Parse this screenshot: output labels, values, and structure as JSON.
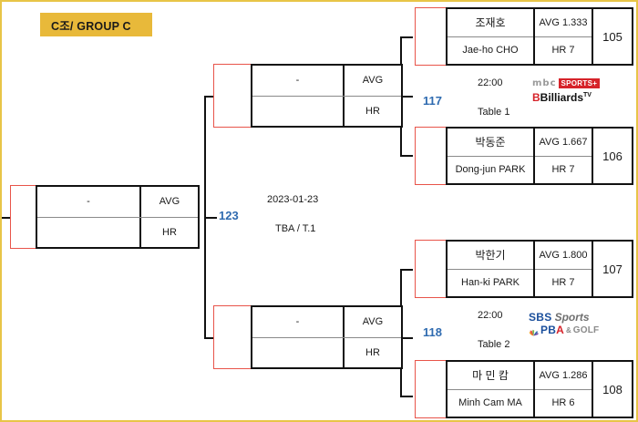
{
  "header": {
    "group_label": "C조/ GROUP C",
    "badge_color": "#e8b93a",
    "border_color": "#e8c547"
  },
  "accent": {
    "match_number_color": "#2f6bb0",
    "empty_cell_border": "#e8544a",
    "line_color": "#111111"
  },
  "labels": {
    "avg": "AVG",
    "hr": "HR",
    "empty_name": "-"
  },
  "rounds": {
    "final": {
      "match_number": "123",
      "date": "2023-01-23",
      "table": "TBA / T.1",
      "name": "-",
      "avg": "AVG",
      "hr": "HR"
    },
    "left_seed": {
      "name": "-",
      "avg": "AVG",
      "hr": "HR"
    },
    "semifinals": [
      {
        "slot": "top",
        "name": "-",
        "avg": "AVG",
        "hr": "HR"
      },
      {
        "slot": "bottom",
        "name": "-",
        "avg": "AVG",
        "hr": "HR"
      }
    ]
  },
  "matches": [
    {
      "match_number": "117",
      "time": "22:00",
      "table": "Table 1",
      "broadcaster": "mbc-sports-billiards-tv",
      "broadcaster_parts": {
        "mbc": "mbc",
        "sports": "SPORTS+",
        "billiards": "Billiards",
        "tv": "TV"
      },
      "players": [
        {
          "name_kr": "조재호",
          "name_en": "Jae-ho CHO",
          "avg": "AVG 1.333",
          "hr": "HR 7",
          "seed": "105"
        },
        {
          "name_kr": "박동준",
          "name_en": "Dong-jun PARK",
          "avg": "AVG 1.667",
          "hr": "HR 7",
          "seed": "106"
        }
      ]
    },
    {
      "match_number": "118",
      "time": "22:00",
      "table": "Table 2",
      "broadcaster": "sbs-sports-pba-golf",
      "broadcaster_parts": {
        "sbs": "SBS",
        "sports": "Sports",
        "pba": "PBA",
        "and": "&",
        "golf": "GOLF"
      },
      "players": [
        {
          "name_kr": "박한기",
          "name_en": "Han-ki PARK",
          "avg": "AVG 1.800",
          "hr": "HR 7",
          "seed": "107"
        },
        {
          "name_kr": "마 민 캄",
          "name_en": "Minh Cam MA",
          "avg": "AVG 1.286",
          "hr": "HR 6",
          "seed": "108"
        }
      ]
    }
  ]
}
